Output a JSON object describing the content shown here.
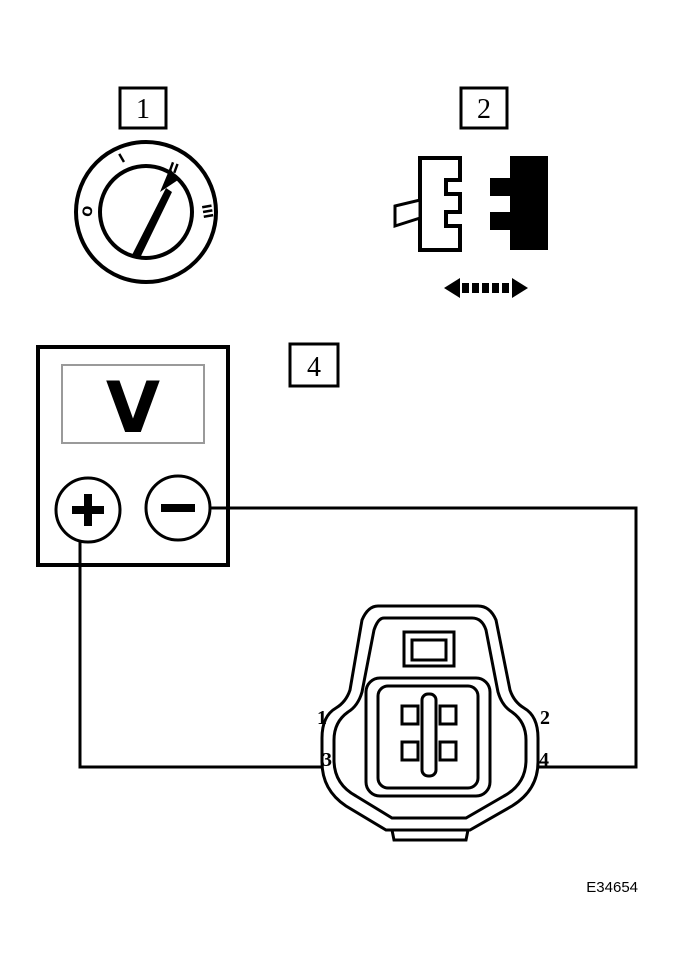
{
  "labels": {
    "ignition_switch_box": "1",
    "connector_disconnect_box": "2",
    "voltmeter_box": "4"
  },
  "ignition_switch": {
    "positions": [
      "O",
      "I",
      "II",
      "III"
    ]
  },
  "voltmeter": {
    "unit": "V",
    "positive_terminal": "+",
    "negative_terminal": "−"
  },
  "connector": {
    "pins": [
      "1",
      "2",
      "3",
      "4"
    ]
  },
  "figure_code": "E34654"
}
